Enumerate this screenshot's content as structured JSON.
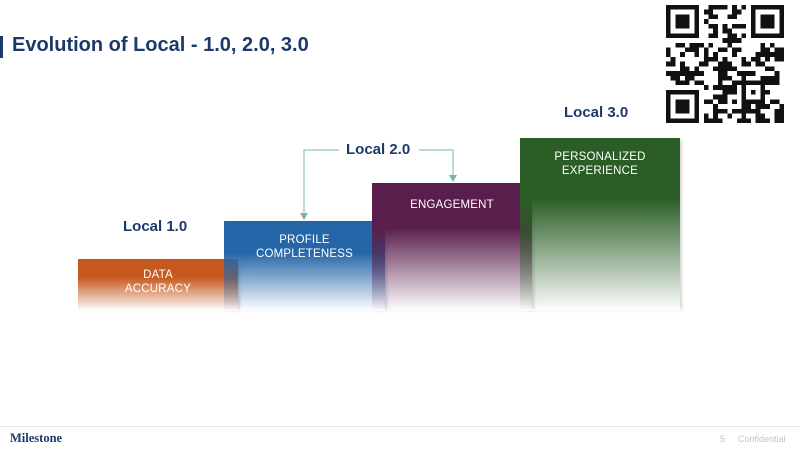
{
  "header": {
    "title": "Evolution of Local - 1.0, 2.0, 3.0"
  },
  "qr_code": {
    "icon": "qr-code-icon"
  },
  "stages": [
    {
      "label": "Local 1.0",
      "block_lines": [
        "DATA",
        "ACCURACY"
      ],
      "color": "#c5581d"
    },
    {
      "label": "Local 2.0",
      "block_lines": [
        "PROFILE",
        "COMPLETENESS"
      ],
      "color": "#2566a8"
    },
    {
      "label": "",
      "block_lines": [
        "ENGAGEMENT"
      ],
      "color": "#5a1e4d"
    },
    {
      "label": "Local 3.0",
      "block_lines": [
        "PERSONALIZED",
        "EXPERIENCE"
      ],
      "color": "#2b5e26"
    }
  ],
  "connector": {
    "color": "#7fb0b0"
  },
  "footer": {
    "logo": "Milestone",
    "page_number": "5",
    "confidential": "Confidential"
  }
}
